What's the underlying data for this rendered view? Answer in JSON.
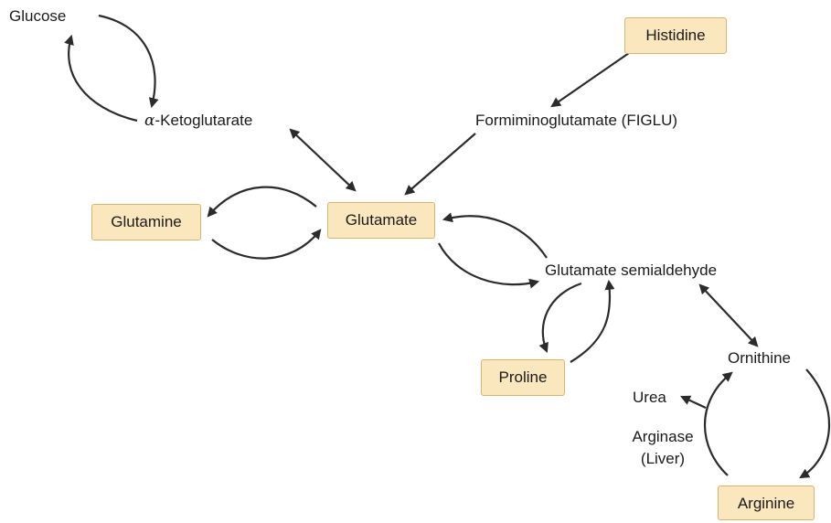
{
  "nodes": {
    "glucose": "Glucose",
    "alpha_symbol": "α",
    "ketoglutarate": "-Ketoglutarate",
    "histidine": "Histidine",
    "figlu": "Formiminoglutamate (FIGLU)",
    "glutamine": "Glutamine",
    "glutamate": "Glutamate",
    "glutamate_semialdehyde": "Glutamate semialdehyde",
    "proline": "Proline",
    "ornithine": "Ornithine",
    "urea": "Urea",
    "arginase": "Arginase",
    "liver": "(Liver)",
    "arginine": "Arginine"
  },
  "colors": {
    "box_fill": "#fbe7bd",
    "box_border": "#d9b56c",
    "arrow": "#2b2b2b"
  }
}
